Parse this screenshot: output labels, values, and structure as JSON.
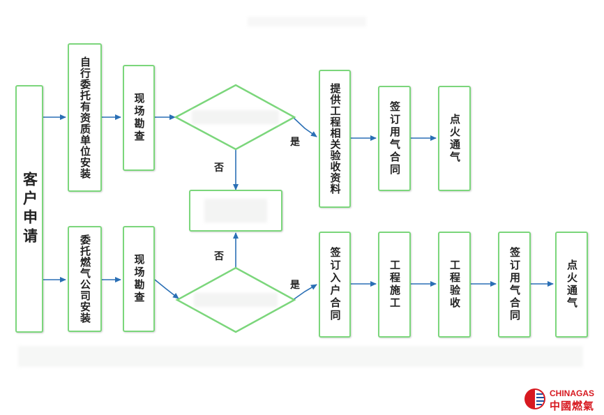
{
  "colors": {
    "node_border": "#7bd67b",
    "arrow": "#2a6fb5",
    "brand_red": "#d71920"
  },
  "nodes": {
    "customer_apply": "客户申请",
    "top": {
      "self_entrust": "自行委托有资质单位安装",
      "site_survey": "现场勘查",
      "submit_docs": "提供工程相关验收资料",
      "sign_contract": "签订用气合同",
      "ignite": "点火通气"
    },
    "bottom": {
      "entrust_company": "委托燃气公司安装",
      "site_survey": "现场勘查",
      "sign_household": "签订入户合同",
      "construction": "工程施工",
      "acceptance": "工程验收",
      "sign_contract": "签订用气合同",
      "ignite": "点火通气"
    }
  },
  "labels": {
    "yes": "是",
    "no": "否"
  },
  "logo": {
    "en": "CHINAGAS",
    "cn": "中國燃氣"
  }
}
